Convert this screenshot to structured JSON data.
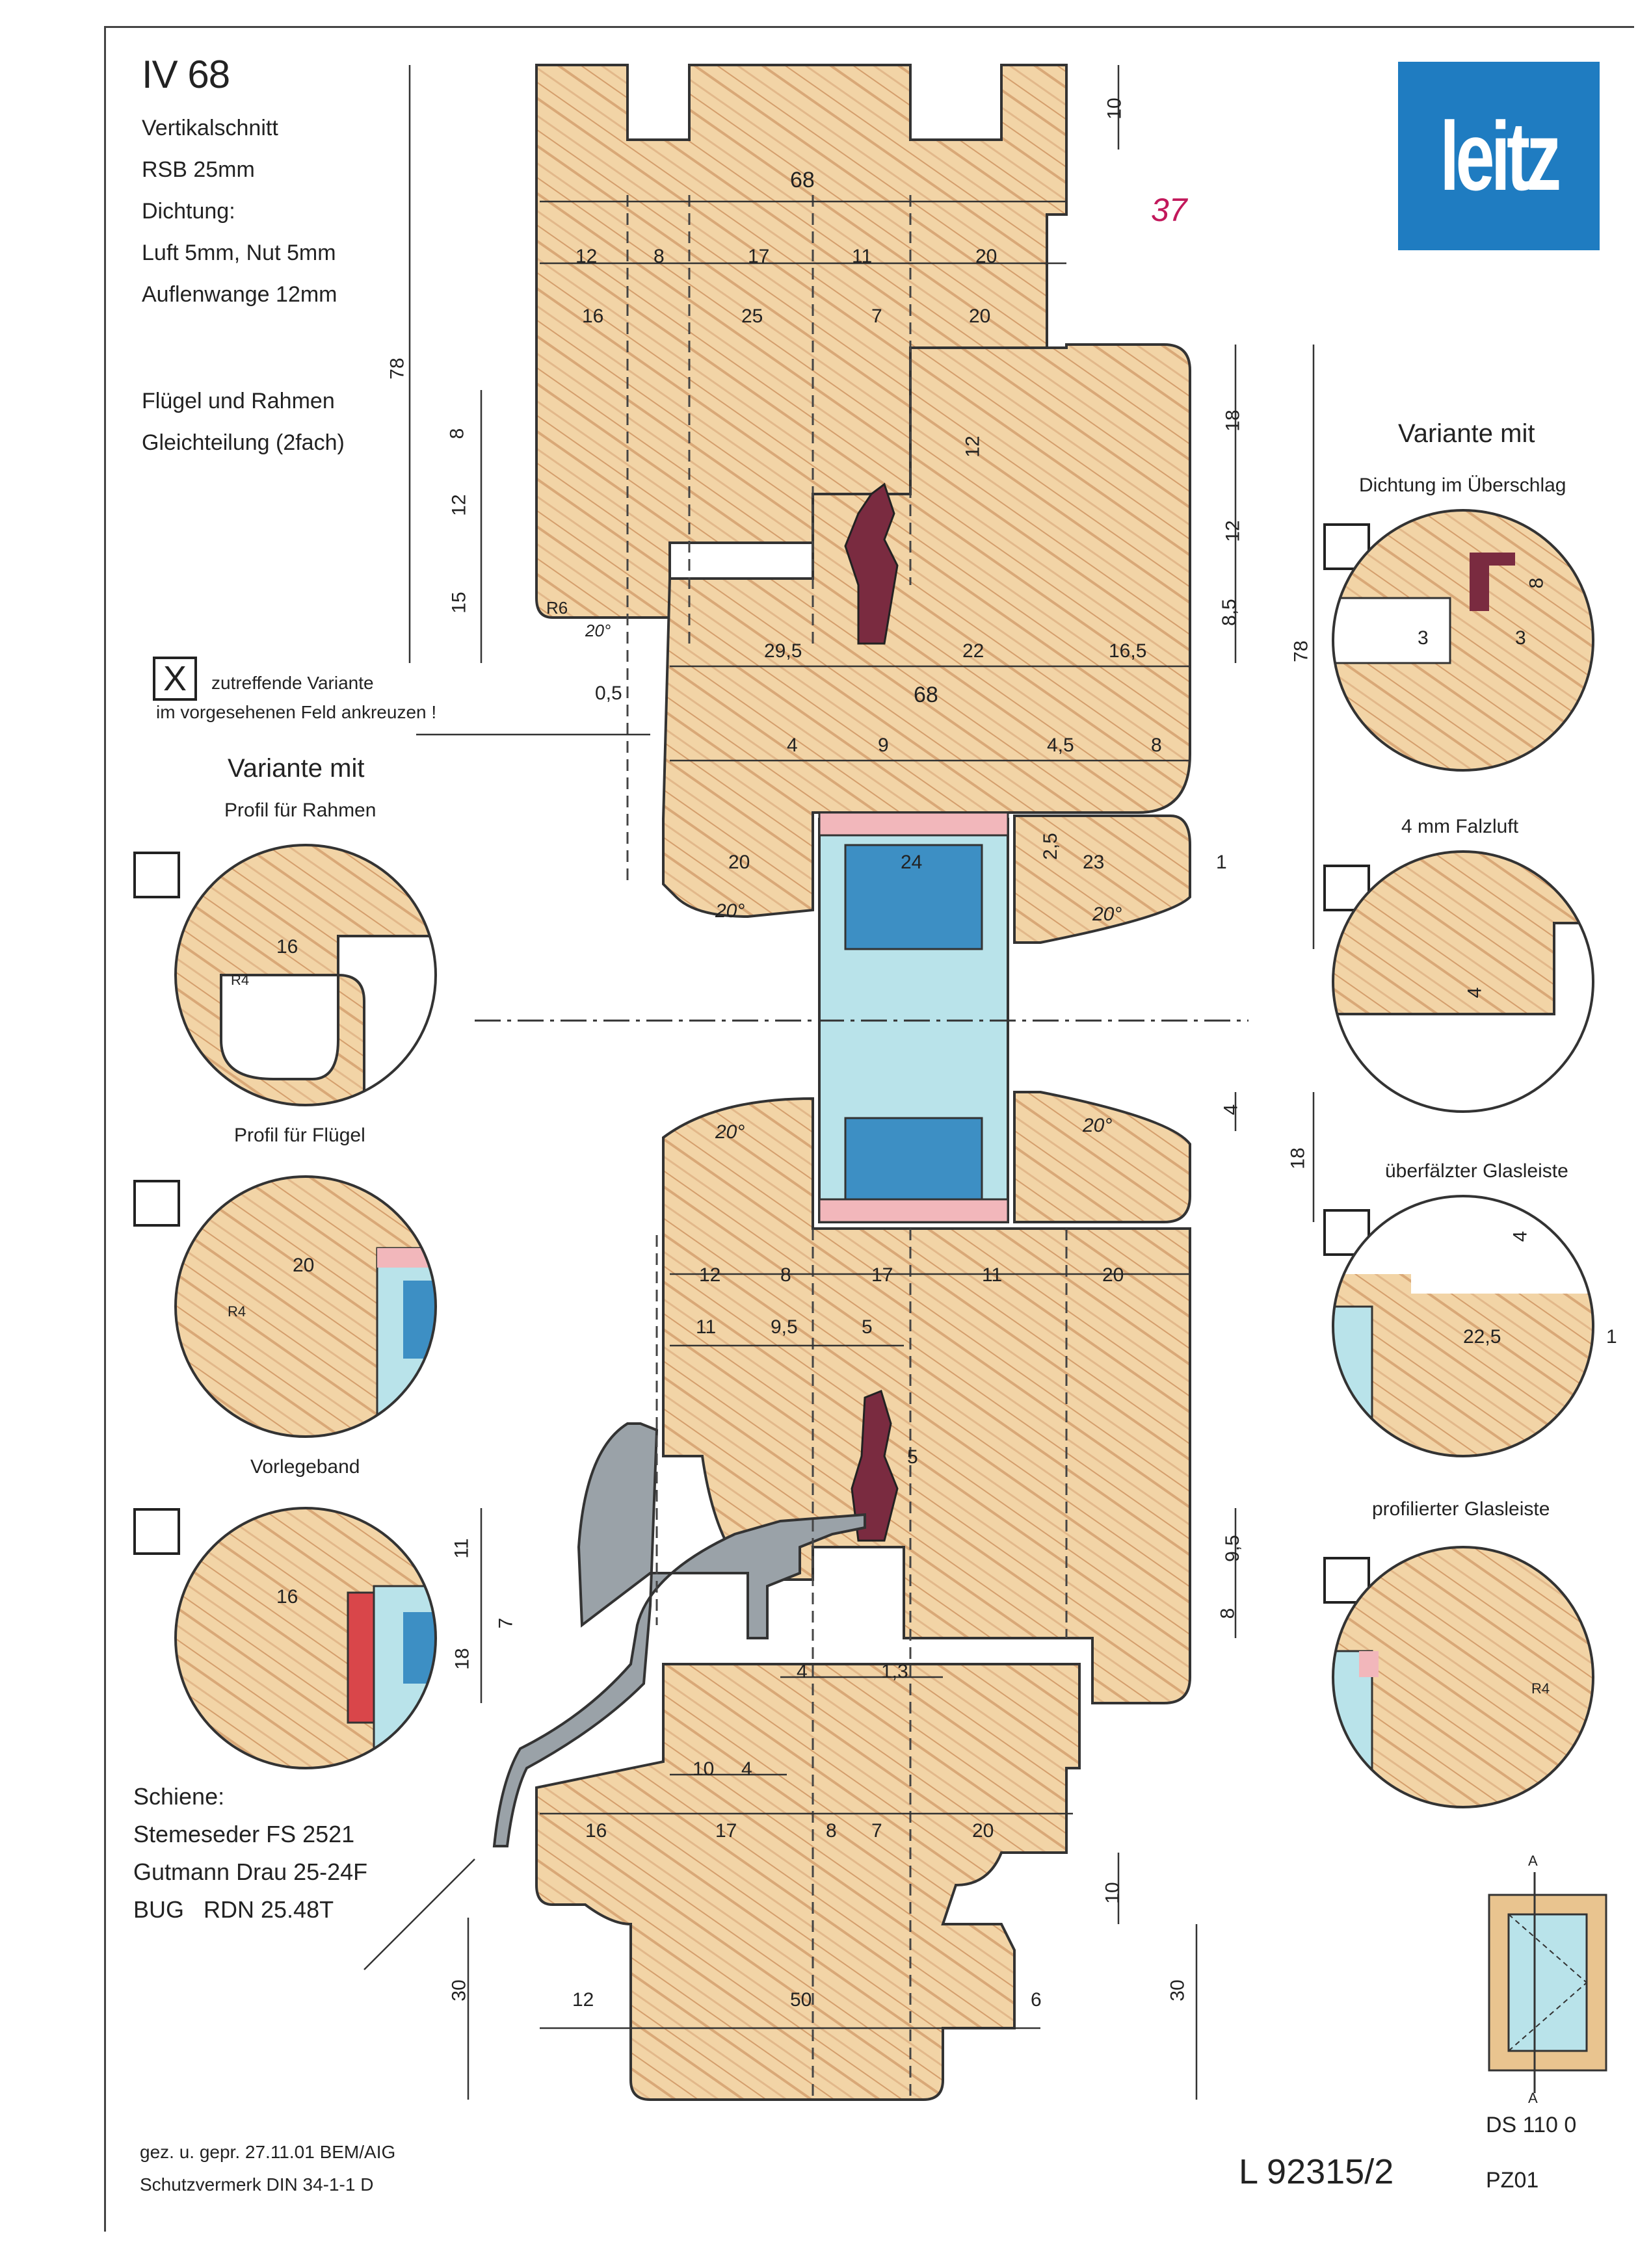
{
  "header": {
    "title": "IV 68",
    "specs": [
      "Vertikalschnitt",
      "RSB 25mm",
      "Dichtung:",
      "Luft 5mm, Nut 5mm",
      "Auflenwange 12mm"
    ],
    "note": [
      "Flügel und Rahmen",
      "Gleichteilung (2fach)"
    ]
  },
  "logo": {
    "text": "leitz",
    "color": "#1f7cc1"
  },
  "checkbox_hint": {
    "symbol": "X",
    "lines": [
      "zutreffende Variante",
      "im vorgesehenen Feld ankreuzen !"
    ]
  },
  "left_variants": {
    "heading": "Variante mit",
    "items": [
      {
        "label": "Profil für Rahmen",
        "dim": "16",
        "radius": "R4"
      },
      {
        "label": "Profil für Flügel",
        "dim": "20",
        "radius": "R4"
      },
      {
        "label": "Vorlegeband",
        "dim": "16"
      }
    ]
  },
  "right_variants": {
    "heading": "Variante mit",
    "items": [
      {
        "label": "Dichtung im Überschlag",
        "dims": [
          "3",
          "3",
          "8"
        ]
      },
      {
        "label": "4 mm Falzluft",
        "dims": [
          "4"
        ]
      },
      {
        "label": "überfälzter Glasleiste",
        "dims": [
          "4",
          "22,5",
          "1"
        ]
      },
      {
        "label": "profilierter Glasleiste",
        "radius": "R4"
      }
    ]
  },
  "schiene": {
    "title": "Schiene:",
    "lines": [
      "Stemeseder FS 2521",
      "Gutmann Drau 25-24F",
      "BUG   RDN 25.48T"
    ]
  },
  "footer": {
    "sign_line": "gez. u. gepr. 27.11.01 BEM/AIG",
    "protection": "Schutzvermerk DIN 34-1-1 D",
    "drawing_number": "L 92315/2",
    "code": "PZ01",
    "window_label": "DS 110 0",
    "section_mark": "A"
  },
  "handwritten": {
    "note": "37"
  },
  "dimensions": {
    "top_frame": {
      "overall": "68",
      "height": "78",
      "top": "10",
      "row1": [
        "12",
        "8",
        "17",
        "11",
        "20"
      ],
      "row2": [
        "16",
        "25",
        "7",
        "20"
      ],
      "left": [
        "8",
        "12",
        "15"
      ],
      "inner": "12",
      "radius": "R6",
      "angle": "20°"
    },
    "sash_top": {
      "overall": "68",
      "offset": "0,5",
      "row1": [
        "29,5",
        "22",
        "16,5"
      ],
      "row2": [
        "4",
        "9",
        "4,5",
        "8"
      ],
      "right": [
        "18",
        "12",
        "8,5"
      ],
      "right_total": "78",
      "glass": "24",
      "bead": [
        "20",
        "2,5",
        "23"
      ],
      "gap": "1",
      "angle": "20°"
    },
    "sash_bottom": {
      "right": [
        "4",
        "18"
      ],
      "row1": [
        "12",
        "8",
        "17",
        "11",
        "20"
      ],
      "row2": [
        "11",
        "9,5",
        "5"
      ],
      "seal": "5",
      "right_low": [
        "9,5",
        "8"
      ],
      "angle": "20°"
    },
    "bottom_frame": {
      "left": [
        "11",
        "7",
        "18"
      ],
      "row1": [
        "4",
        "1,3"
      ],
      "row2": [
        "10",
        "4"
      ],
      "row3": [
        "16",
        "17",
        "8",
        "7",
        "20"
      ],
      "bottom": [
        "12",
        "50",
        "6"
      ],
      "height_left": "30",
      "height_right": "30",
      "top_right": "10"
    }
  }
}
